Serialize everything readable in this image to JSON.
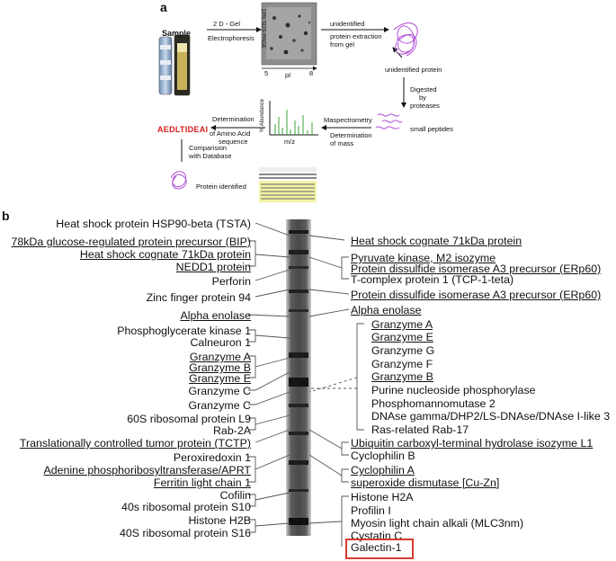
{
  "panel_a": {
    "label": "a",
    "sample": "Sample",
    "gel_method_top": "2 D - Gel",
    "gel_method_bottom": "Electrophoresis",
    "gel_axis_vertical": "10% SDS-PAGE",
    "gel_axis_pi": "pI",
    "gel_tick_left": "5",
    "gel_tick_right": "8",
    "extraction_line1": "unidentified",
    "extraction_line2": "protein extraction",
    "extraction_line3": "from gel",
    "unidentified_protein": "unidentified protein",
    "digest_line1": "Digested",
    "digest_line2": "by",
    "digest_line3": "proteases",
    "small_peptides": "small peptides",
    "ms_line1": "Maspectrometry",
    "ms_line2": "Determination",
    "ms_line3": "of mass",
    "spectrum_y": "% Abundance",
    "spectrum_x": "m/z",
    "aa_line1": "Determination",
    "aa_line2": "of Amino Acid",
    "aa_line3": "sequence",
    "sequence": "AEDLTIDEAI",
    "compare_line1": "Comparision",
    "compare_line2": "with Database",
    "protein_identified": "Protein identified"
  },
  "panel_b": {
    "label": "b",
    "left_labels": [
      {
        "text": "Heat shock protein HSP90-beta (TSTA)",
        "underline": false
      },
      {
        "text": "78kDa glucose-regulated protein precursor (BIP)",
        "underline": true
      },
      {
        "text": "Heat shock cognate 71kDa protein",
        "underline": true
      },
      {
        "text": "NEDD1 protein",
        "underline": true
      },
      {
        "text": "Perforin",
        "underline": false
      },
      {
        "text": "Zinc finger protein 94",
        "underline": false
      },
      {
        "text": "Alpha enolase",
        "underline": true
      },
      {
        "text": "Phosphoglycerate kinase 1",
        "underline": false
      },
      {
        "text": "Calneuron 1",
        "underline": false
      },
      {
        "text": "Granzyme A",
        "underline": true
      },
      {
        "text": "Granzyme B",
        "underline": true
      },
      {
        "text": "Granzyme E",
        "underline": true
      },
      {
        "text": "Granzyme C",
        "underline": false
      },
      {
        "text": "Granzyme C",
        "underline": false
      },
      {
        "text": "60S ribosomal protein L9",
        "underline": false
      },
      {
        "text": "Rab-2A",
        "underline": false
      },
      {
        "text": "Translationally controlled tumor protein (TCTP)",
        "underline": true
      },
      {
        "text": "Peroxiredoxin 1",
        "underline": false
      },
      {
        "text": "Adenine phosphoribosyltransferase/APRT",
        "underline": true
      },
      {
        "text": "Ferritin light chain 1",
        "underline": true
      },
      {
        "text": "Cofilin",
        "underline": false
      },
      {
        "text": "40s ribosomal protein S10",
        "underline": false
      },
      {
        "text": "Histone H2B",
        "underline": false
      },
      {
        "text": "40S ribosomal protein S16",
        "underline": false
      }
    ],
    "right_labels": [
      {
        "text": "Heat shock cognate 71kDa protein",
        "underline": true
      },
      {
        "text": "Pyruvate kinase, M2 isozyme",
        "underline": true
      },
      {
        "text": "Protein dissulfide isomerase A3 precursor (ERp60)",
        "underline": true
      },
      {
        "text": "T-complex protein 1 (TCP-1-teta)",
        "underline": false
      },
      {
        "text": "Protein dissulfide isomerase A3 precursor (ERp60)",
        "underline": true
      },
      {
        "text": "Alpha enolase",
        "underline": true
      },
      {
        "text": "Granzyme A",
        "underline": true
      },
      {
        "text": "Granzyme E",
        "underline": true
      },
      {
        "text": "Granzyme G",
        "underline": false
      },
      {
        "text": "Granzyme F",
        "underline": false
      },
      {
        "text": "Granzyme B",
        "underline": true
      },
      {
        "text": "Purine nucleoside phosphorylase",
        "underline": false
      },
      {
        "text": "Phosphomannomutase 2",
        "underline": false
      },
      {
        "text": "DNAse gamma/DHP2/LS-DNAse/DNAse I-like 3",
        "underline": false
      },
      {
        "text": "Ras-related Rab-17",
        "underline": false
      },
      {
        "text": "Ubiquitin carboxyl-terminal hydrolase isozyme L1",
        "underline": true
      },
      {
        "text": "Cyclophilin B",
        "underline": false
      },
      {
        "text": "Cyclophilin A",
        "underline": true
      },
      {
        "text": "superoxide dismutase [Cu-Zn]",
        "underline": true
      },
      {
        "text": "Histone H2A",
        "underline": false
      },
      {
        "text": "Profilin I",
        "underline": false
      },
      {
        "text": "Myosin light chain alkali (MLC3nm)",
        "underline": false
      },
      {
        "text": "Cystatin C",
        "underline": false
      },
      {
        "text": "Galectin-1",
        "underline": false
      }
    ],
    "highlight_color": "#d83b2e"
  }
}
